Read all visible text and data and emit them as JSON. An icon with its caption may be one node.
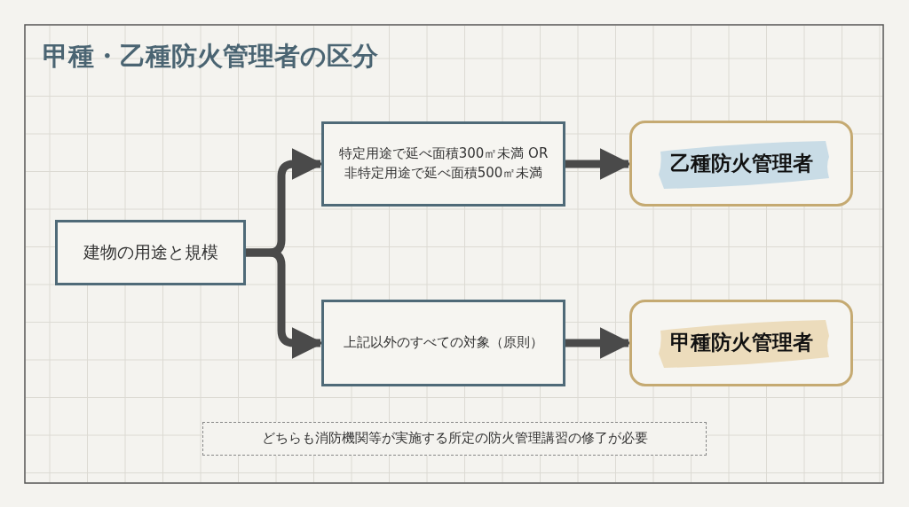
{
  "diagram": {
    "title": "甲種・乙種防火管理者の区分",
    "nodes": [
      {
        "text": [
          "建物の用途と規模"
        ]
      },
      {
        "text": [
          "特定用途で延べ面積300㎡未満 OR 非特定用途で延べ面積500㎡未満"
        ]
      },
      {
        "text": [
          "乙種防火管理者"
        ]
      },
      {
        "text": [
          "上記以外のすべての対象（原則）"
        ]
      },
      {
        "text": [
          "甲種防火管理者"
        ]
      },
      {
        "text": [
          "どちらも消防機関等が実施する所定の防火管理講習の修了が必要"
        ]
      }
    ],
    "edges": [
      {
        "from": 0,
        "to": 1,
        "arrow": "to"
      },
      {
        "from": 0,
        "to": 3,
        "arrow": "to"
      },
      {
        "from": 1,
        "to": 2,
        "arrow": "to"
      },
      {
        "from": 3,
        "to": 4,
        "arrow": "to"
      }
    ]
  }
}
